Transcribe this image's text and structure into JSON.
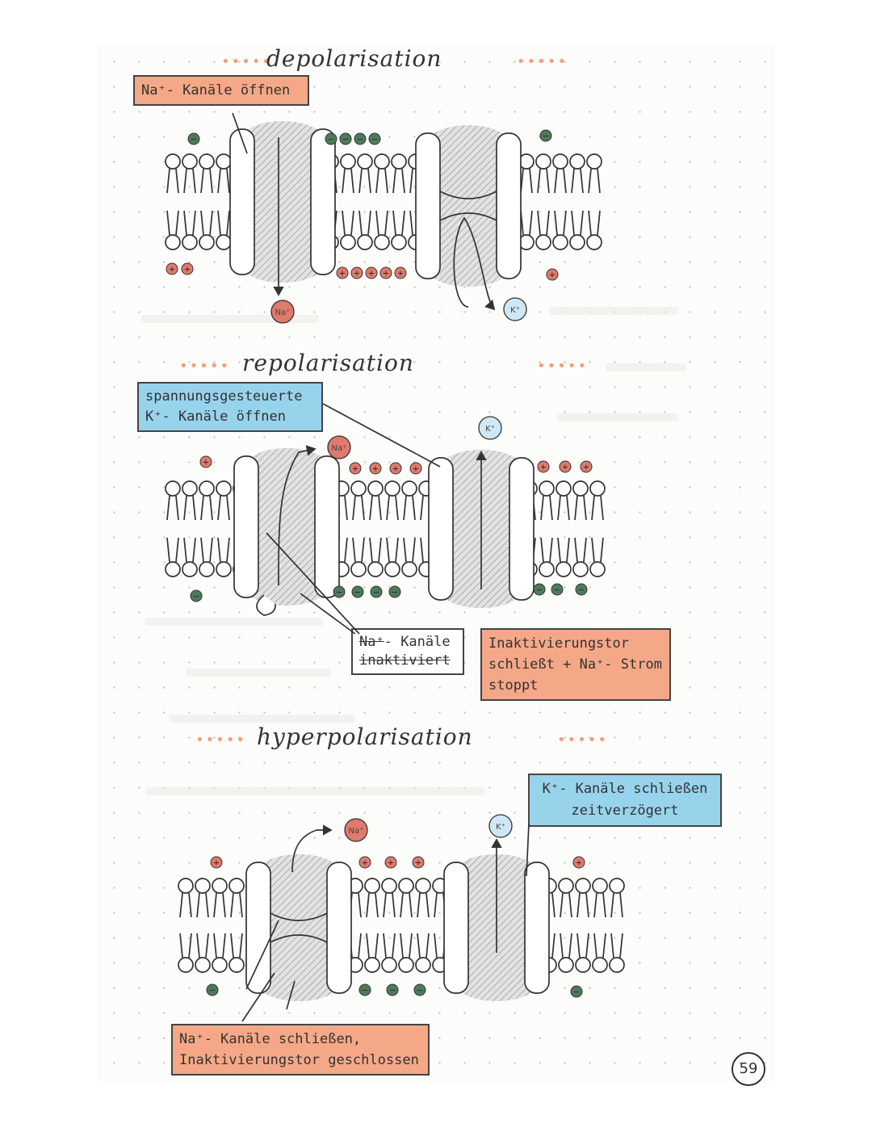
{
  "sections": {
    "depolarisation": {
      "title": "depolarisation",
      "label": "Na⁺- Kanäle öffnen",
      "ion_na": "Na⁺",
      "ion_k": "K⁺"
    },
    "repolarisation": {
      "title": "repolarisation",
      "label_line1": "spannungsgesteuerte",
      "label_line2": "K⁺- Kanäle öffnen",
      "ion_na": "Na⁺",
      "ion_k": "K⁺",
      "na_inactive_line1_struck": "Na⁺",
      "na_inactive_line1_rest": "- Kanäle",
      "na_inactive_line2": "inaktiviert",
      "inactivation_line1": "Inaktivierungstor",
      "inactivation_line2": "schließt + Na⁺- Strom",
      "inactivation_line3": "stoppt"
    },
    "hyperpolarisation": {
      "title": "hyperpolarisation",
      "k_label_line1": "K⁺- Kanäle schließen",
      "k_label_line2": "zeitverzögert",
      "ion_na": "Na⁺",
      "ion_k": "K⁺",
      "na_label_line1": "Na⁺- Kanäle schließen,",
      "na_label_line2": "Inaktivierungstor geschlossen"
    }
  },
  "page_number": "59",
  "colors": {
    "positive_ion": "#e07a6c",
    "negative_ion": "#4f7a5a",
    "orange_box": "#f5a887",
    "blue_box": "#98d3ec",
    "dot_accent": "#f0a07a"
  }
}
